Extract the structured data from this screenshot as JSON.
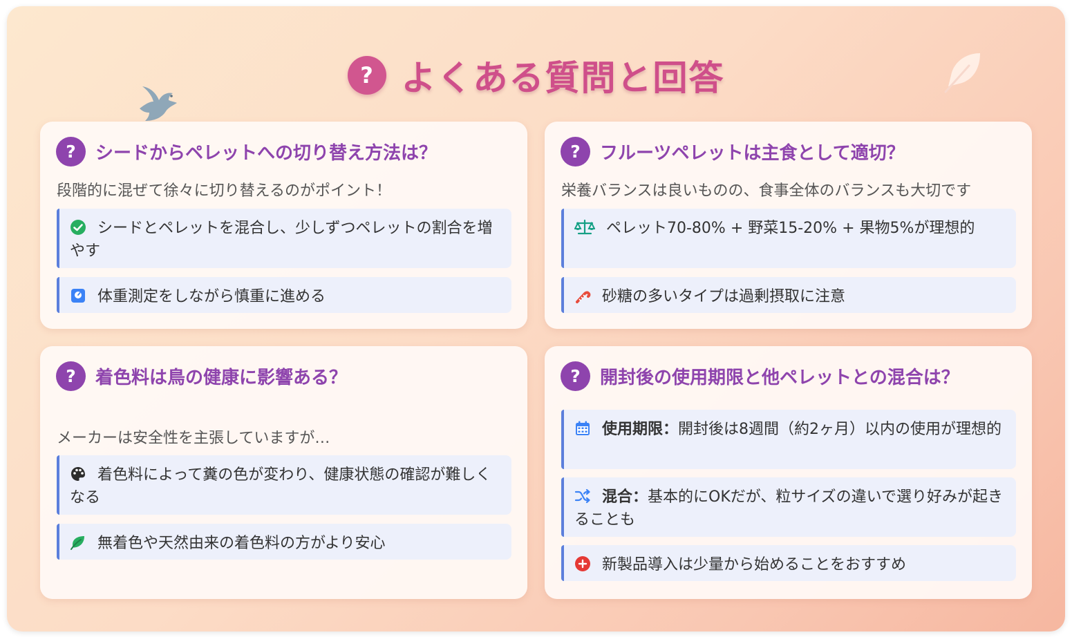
{
  "title": {
    "badge": "?",
    "text": "よくある質問と回答"
  },
  "cards": [
    {
      "badge": "?",
      "question": "シードからペレットへの切り替え方法は？",
      "subtitle": "段階的に混ぜて徐々に切り替えるのがポイント！",
      "points": [
        {
          "icon": "check-circle-icon",
          "text": "シードとペレットを混合し、少しずつペレットの割合を増やす"
        },
        {
          "icon": "weight-scale-icon",
          "text": "体重測定をしながら慎重に進める"
        }
      ]
    },
    {
      "badge": "?",
      "question": "フルーツペレットは主食として適切？",
      "subtitle": "栄養バランスは良いものの、食事全体のバランスも大切です",
      "points": [
        {
          "icon": "balance-scale-icon",
          "text": "ペレット70-80% + 野菜15-20% + 果物5%が理想的"
        },
        {
          "icon": "candy-cane-icon",
          "text": "砂糖の多いタイプは過剰摂取に注意"
        }
      ]
    },
    {
      "badge": "?",
      "question": "着色料は鳥の健康に影響ある？",
      "subtitle": "メーカーは安全性を主張していますが…",
      "points": [
        {
          "icon": "palette-icon",
          "text": "着色料によって糞の色が変わり、健康状態の確認が難しくなる"
        },
        {
          "icon": "leaf-icon",
          "text": "無着色や天然由来の着色料の方がより安心"
        }
      ]
    },
    {
      "badge": "?",
      "question": "開封後の使用期限と他ペレットとの混合は？",
      "subtitle": "",
      "points": [
        {
          "icon": "calendar-icon",
          "label": "使用期限：",
          "text": "開封後は8週間（約2ヶ月）以内の使用が理想的"
        },
        {
          "icon": "shuffle-icon",
          "label": "混合：",
          "text": "基本的にOKだが、粒サイズの違いで選り好みが起きることも"
        },
        {
          "icon": "plus-circle-icon",
          "text": "新製品導入は少量から始めることをおすすめ"
        }
      ]
    }
  ],
  "colors": {
    "title": "#cf4f8a",
    "question": "#8e44ad",
    "point_bg": "#edf0fb",
    "point_border": "#5b7fdc"
  },
  "decorations": [
    "dove-icon",
    "feather-icon"
  ]
}
